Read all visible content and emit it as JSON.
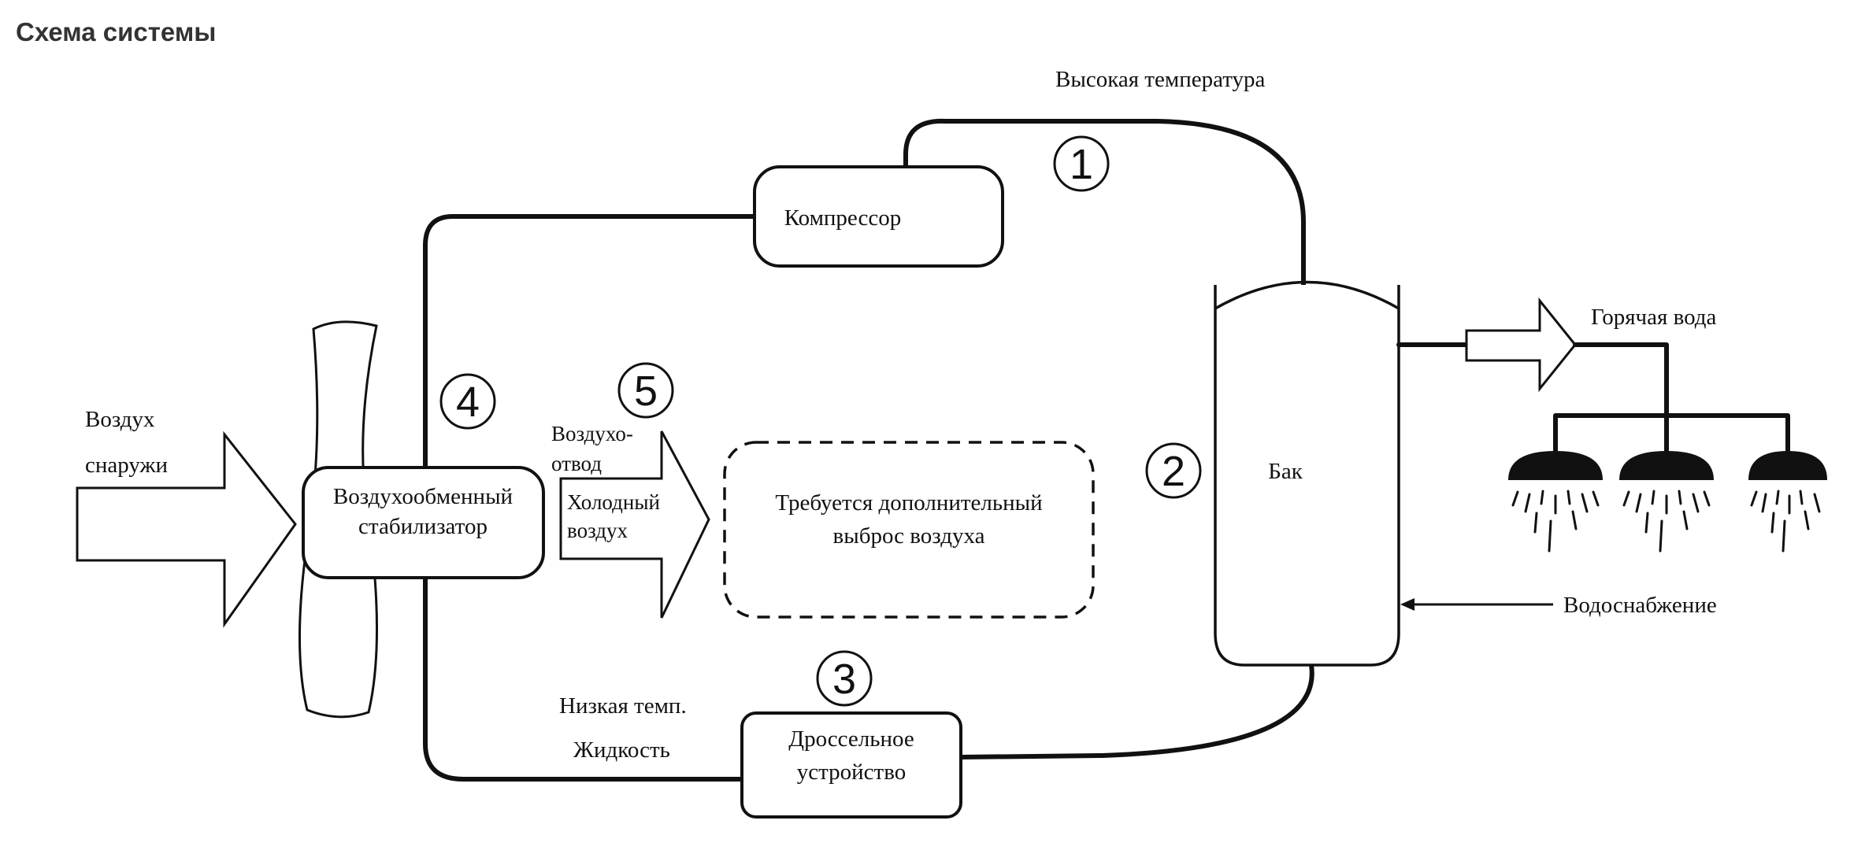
{
  "title": "Схема системы",
  "labels": {
    "high_temp": "Высокая температура",
    "compressor": "Компрессор",
    "tank": "Бак",
    "hot_water": "Горячая вода",
    "water_supply": "Водоснабжение",
    "outside_air_line1": "Воздух",
    "outside_air_line2": "снаружи",
    "stabilizer_line1": "Воздухообменный",
    "stabilizer_line2": "стабилизатор",
    "air_outlet_line1": "Воздухо-",
    "air_outlet_line2": "отвод",
    "cold_air_line1": "Холодный",
    "cold_air_line2": "воздух",
    "extra_exhaust_line1": "Требуется дополнительный",
    "extra_exhaust_line2": "выброс воздуха",
    "low_temp": "Низкая темп.",
    "liquid": "Жидкость",
    "throttle_line1": "Дроссельное",
    "throttle_line2": "устройство"
  },
  "markers": [
    "1",
    "2",
    "3",
    "4",
    "5"
  ],
  "colors": {
    "stroke": "#111111",
    "title": "#333333",
    "shower": "#111111"
  }
}
